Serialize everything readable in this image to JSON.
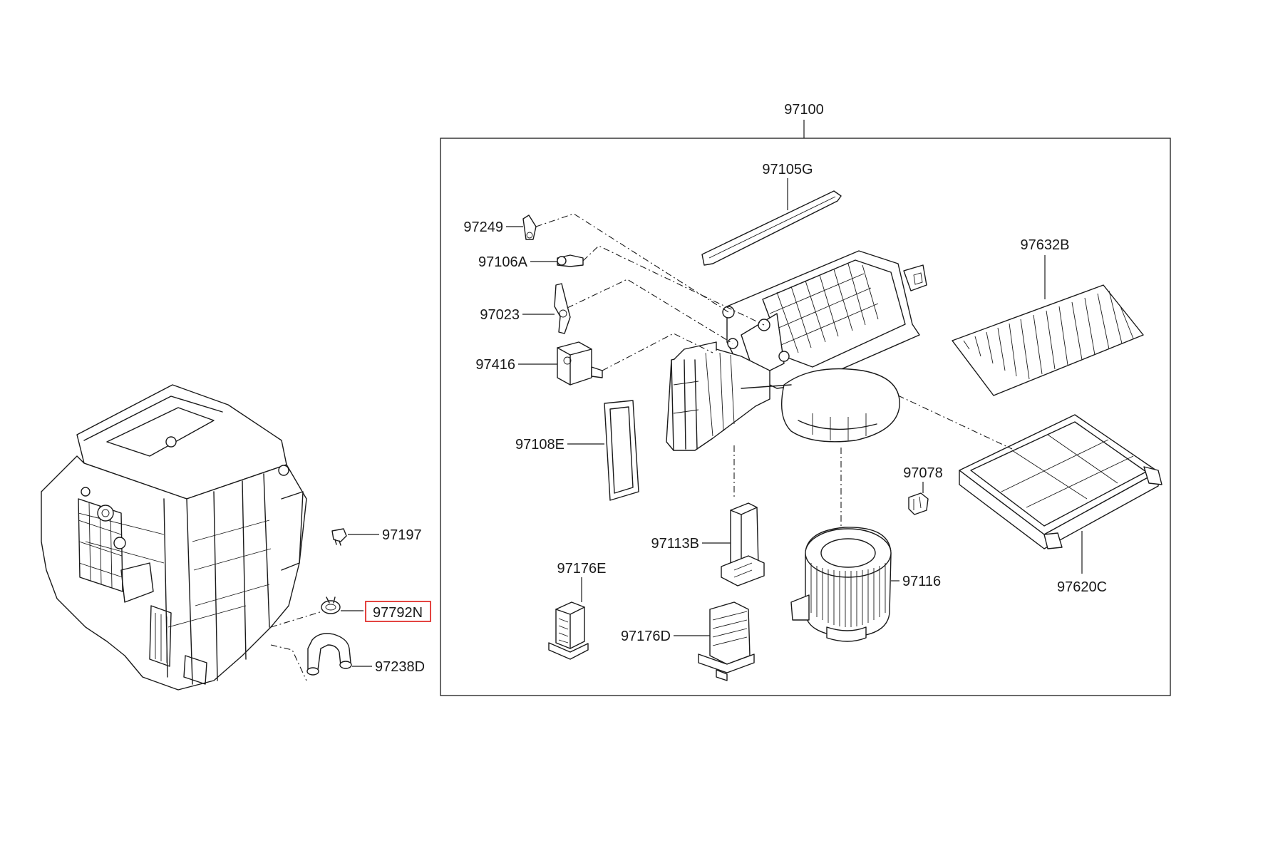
{
  "parts": {
    "p97100": "97100",
    "p97105G": "97105G",
    "p97249": "97249",
    "p97106A": "97106A",
    "p97023": "97023",
    "p97416": "97416",
    "p97108E": "97108E",
    "p97632B": "97632B",
    "p97078": "97078",
    "p97620C": "97620C",
    "p97113B": "97113B",
    "p97116": "97116",
    "p97176E": "97176E",
    "p97176D": "97176D",
    "p97197": "97197",
    "p97792N": "97792N",
    "p97238D": "97238D"
  },
  "highlight": {
    "part": "97792N",
    "color": "#e0302c"
  }
}
